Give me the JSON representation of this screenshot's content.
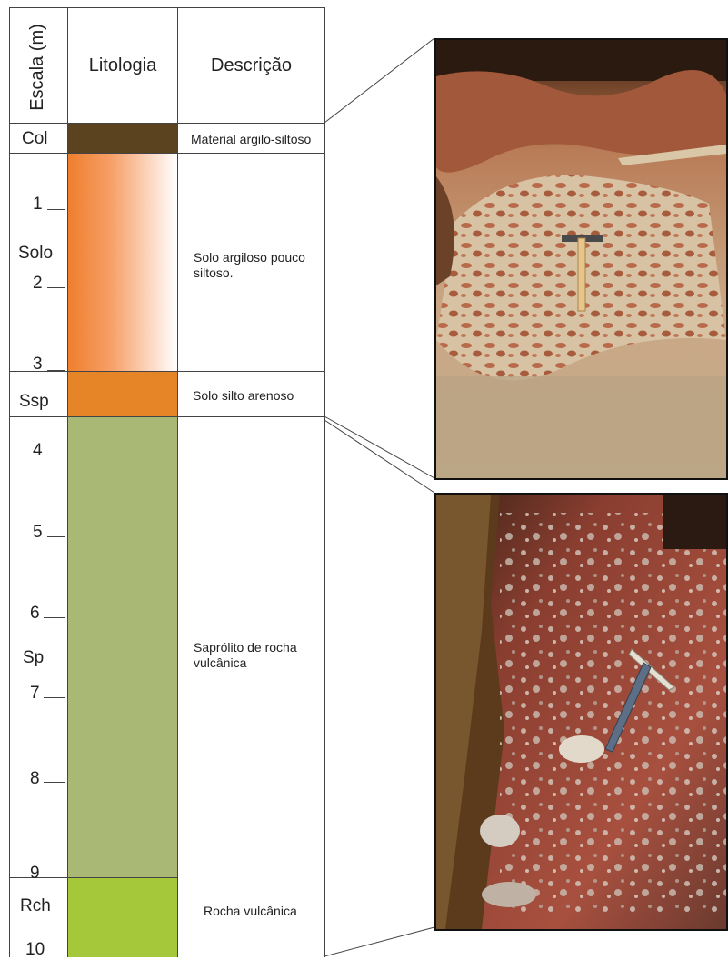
{
  "headers": {
    "scale": "Escala (m)",
    "lithology": "Litologia",
    "description": "Descrição"
  },
  "units": [
    {
      "code": "Col",
      "description": "Material argilo-siltoso",
      "color": "#5b4320"
    },
    {
      "code": "Solo",
      "description": "Solo argiloso pouco siltoso.",
      "color_top": "#ee7f2d",
      "color_bottom": "#ffffff"
    },
    {
      "code": "Ssp",
      "description": "Solo silto arenoso",
      "color": "#e58527"
    },
    {
      "code": "Sp",
      "description": "Saprólito de rocha vulcânica",
      "color": "#a9b874"
    },
    {
      "code": "Rch",
      "description": "Rocha vulcânica",
      "color": "#a5c73a"
    }
  ],
  "ticks": [
    "1",
    "2",
    "3",
    "4",
    "5",
    "6",
    "7",
    "8",
    "9",
    "10"
  ],
  "photos": [
    {
      "name": "soil-outcrop-photo"
    },
    {
      "name": "saprolite-outcrop-photo"
    }
  ]
}
